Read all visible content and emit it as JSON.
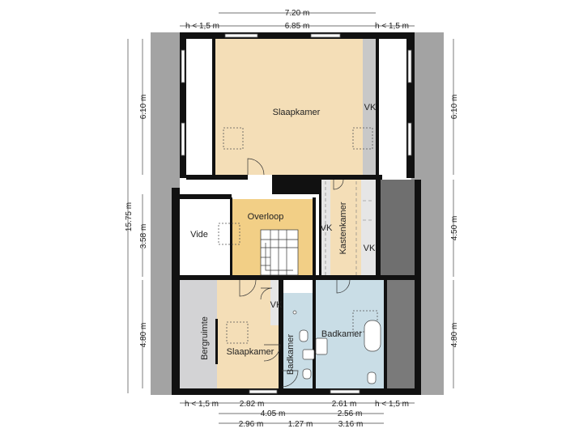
{
  "rooms": {
    "slaapkamer_top": "Slaapkamer",
    "overloop": "Overloop",
    "vide": "Vide",
    "kastenkamer": "Kastenkamer",
    "badkamer_main": "Badkamer",
    "badkamer_small": "Badkamer",
    "slaapkamer_bottom": "Slaapkamer",
    "bergruimte": "Bergruimte",
    "vk_top": "VK",
    "vk_kasten_left": "VK",
    "vk_kasten_right": "VK",
    "vk_bottom": "VK"
  },
  "dims": {
    "top_total": "7.20 m",
    "top_inner": "6.85 m",
    "top_left_h": "h < 1,5 m",
    "top_right_h": "h < 1,5 m",
    "left_total": "15.75 m",
    "left_top": "6.10 m",
    "left_mid": "3.58 m",
    "left_bottom": "4.80 m",
    "right_top": "6.10 m",
    "right_mid": "4.50 m",
    "right_bottom": "4.80 m",
    "bot_row1_left_h": "h < 1,5 m",
    "bot_row1_a": "2.82 m",
    "bot_row1_b": "2.61 m",
    "bot_row1_right_h": "h < 1,5 m",
    "bot_row2_a": "4.05 m",
    "bot_row2_b": "2.56 m",
    "bot_row3_a": "2.96 m",
    "bot_row3_b": "1.27 m",
    "bot_row3_c": "3.16 m"
  },
  "colors": {
    "wall": "#111111",
    "roof": "#9a9a9a",
    "roof_dark": "#6f6f6f",
    "bedroom": "#f4deb7",
    "landing": "#f2cf86",
    "bathroom": "#c9dde6",
    "storage": "#d3d3d5",
    "white": "#ffffff"
  }
}
